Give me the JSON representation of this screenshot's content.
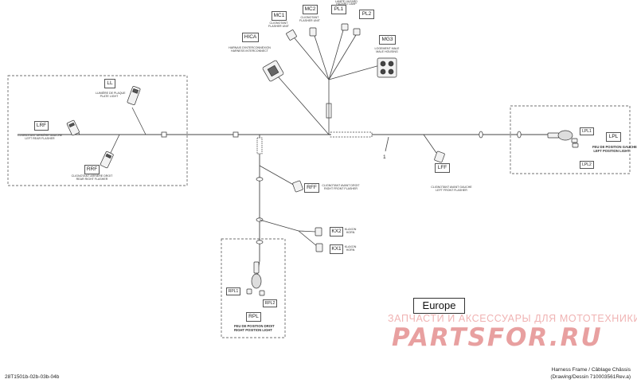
{
  "reference_number": "1",
  "connectors": {
    "ll": {
      "tag": "LL",
      "desc_fr": "LUMIÈRE DE PLAQUE",
      "desc_en": "PLATE LIGHT"
    },
    "lrf": {
      "tag": "LRF",
      "desc_fr": "CLIGNOTANT ARRIÈRE GAUCHE",
      "desc_en": "LEFT REAR FLASHER"
    },
    "rrf": {
      "tag": "RRF",
      "desc_fr": "CLIGNOTANT ARRIÈRE DROIT",
      "desc_en": "REAR RIGHT FLASHER"
    },
    "hica": {
      "tag": "HICA",
      "desc_fr": "HARNAIS D'INTERCONNEXION",
      "desc_en": "HARNESS INTERCONNECT"
    },
    "mc1": {
      "tag": "MC1",
      "desc_fr": "CLIGNOTANT",
      "desc_en": "FLASHER UNIT"
    },
    "mc2": {
      "tag": "MC2",
      "desc_fr": "CLIGNOTANT",
      "desc_en": "FLASHER UNIT"
    },
    "pl1": {
      "tag": "PL1",
      "desc_fr": "LAMPE HAZARD",
      "desc_en": "HAZARD LAMP"
    },
    "pl2": {
      "tag": "PL2"
    },
    "mg3": {
      "tag": "MG3",
      "desc_fr": "LOGEMENT MALE",
      "desc_en": "MALE HOUSING"
    },
    "rff": {
      "tag": "RFF",
      "desc_fr": "CLIGNOTANT AVANT DROIT",
      "desc_en": "RIGHT FRONT FLASHER"
    },
    "kx2": {
      "tag": "KX2",
      "desc_fr": "KLAXON",
      "desc_en": "HORN"
    },
    "kx1": {
      "tag": "KX1",
      "desc_fr": "KLAXON",
      "desc_en": "HORN"
    },
    "lff": {
      "tag": "LFF",
      "desc_fr": "CLIGNOTANT AVANT GAUCHE",
      "desc_en": "LEFT FRONT FLASHER"
    },
    "lpl": {
      "tag": "LPL",
      "desc_fr": "FEU DE POSITION GAUCHE",
      "desc_en": "LEFT POSITION LIGHT"
    },
    "lpl1": {
      "tag": "LPL1"
    },
    "lpl2": {
      "tag": "LPL2"
    },
    "rpl": {
      "tag": "RPL",
      "desc_fr": "FEU DE POSITION DROIT",
      "desc_en": "RIGHT POSITION LIGHT"
    },
    "rpl1": {
      "tag": "RPL1"
    },
    "rpl2": {
      "tag": "RPL2"
    }
  },
  "region_label": "Europe",
  "watermark": {
    "tagline": "ЗАПЧАСТИ И АКСЕССУАРЫ ДЛЯ МОТОТЕХНИКИ",
    "logo": "PARTSFOR.RU"
  },
  "part_number": "28T1501b-02b-03b-04b",
  "title_block": {
    "line1": "Harness Frame / Câblage Châssis",
    "line2": "(Drawing/Dessin 710003561Rev.a)"
  }
}
